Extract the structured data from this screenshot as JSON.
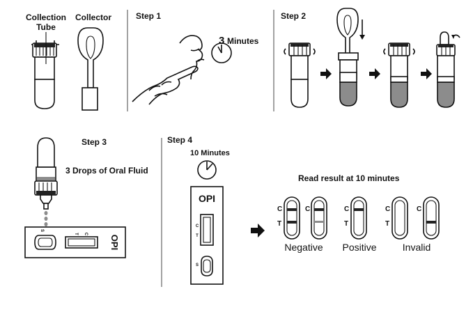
{
  "labels": {
    "collection_tube": [
      "Collection",
      "Tube"
    ],
    "collector": "Collector",
    "step1": "Step 1",
    "step1_time_num": "3",
    "step1_time_unit": "Minutes",
    "step2": "Step 2",
    "step3": "Step 3",
    "step3_drops": "3 Drops of  Oral Fluid",
    "step4": "Step 4",
    "step4_time": "10 Minutes",
    "read_result": "Read result at 10 minutes",
    "cassette_name": "OPI",
    "cassette_name_side": "OPI",
    "line_c": "C",
    "line_t": "T",
    "well_s": "S",
    "results": [
      "Negative",
      "Positive",
      "Invalid"
    ]
  },
  "line_letters": {
    "c1": "C",
    "t1": "T",
    "c2": "C",
    "c3": "C",
    "t3": "T",
    "c4": "C",
    "t4": "T",
    "c5": "C"
  }
}
